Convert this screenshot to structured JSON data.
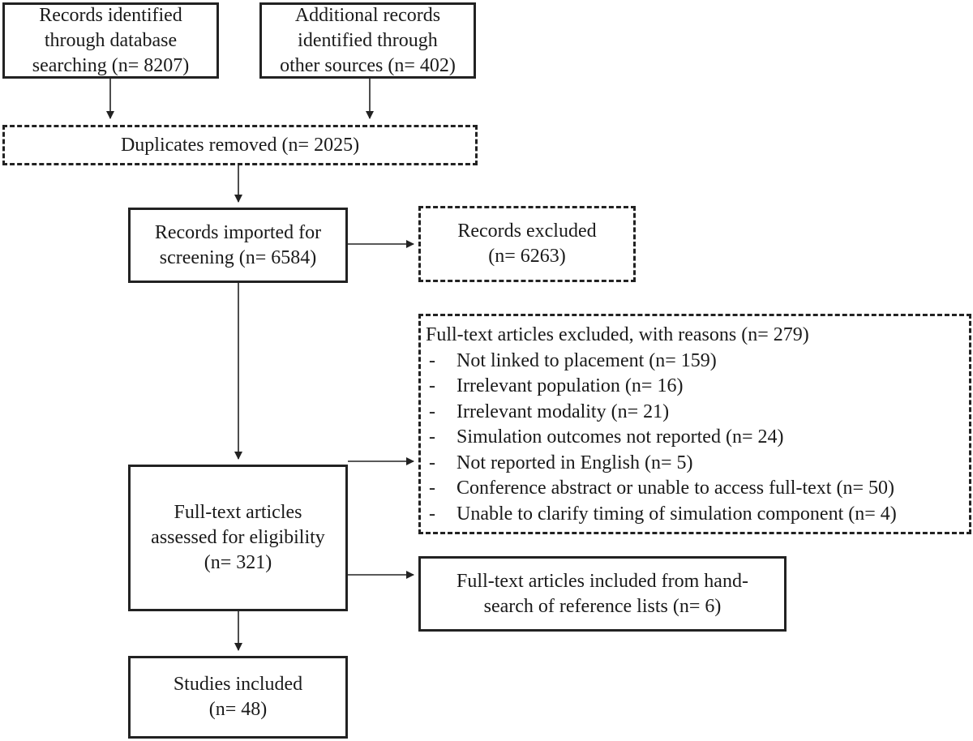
{
  "nodes": {
    "db_search": {
      "lines": [
        "Records identified",
        "through database",
        "searching (n= 8207)"
      ]
    },
    "other_sources": {
      "lines": [
        "Additional records",
        "identified through",
        "other sources (n= 402)"
      ]
    },
    "duplicates": {
      "lines": [
        "Duplicates removed (n= 2025)"
      ]
    },
    "screening": {
      "lines": [
        "Records imported for",
        "screening (n= 6584)"
      ]
    },
    "records_excluded": {
      "lines": [
        "Records excluded",
        "(n= 6263)"
      ]
    },
    "fulltext_excluded": {
      "heading": "Full-text articles excluded, with reasons (n= 279)",
      "bullet": "-",
      "reasons": [
        "Not linked to placement (n= 159)",
        "Irrelevant population (n= 16)",
        "Irrelevant modality (n= 21)",
        "Simulation outcomes not reported (n= 24)",
        "Not reported in English (n= 5)",
        "Conference abstract or unable to access full-text (n= 50)",
        "Unable to clarify timing of simulation component (n= 4)"
      ]
    },
    "eligibility": {
      "lines": [
        "Full-text articles",
        "assessed for eligibility",
        "(n= 321)"
      ]
    },
    "handsearch": {
      "lines": [
        "Full-text articles included from hand-",
        "search of reference lists (n= 6)"
      ]
    },
    "included": {
      "lines": [
        "Studies included",
        "(n= 48)"
      ]
    }
  }
}
